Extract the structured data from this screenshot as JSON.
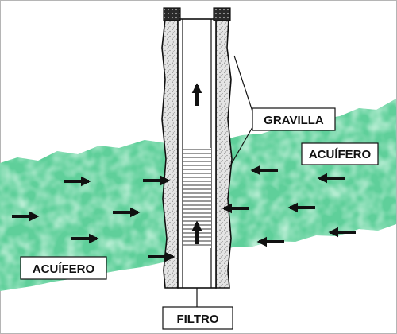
{
  "labels": {
    "gravel": "GRAVILLA",
    "aquifer_right": "ACUÍFERO",
    "aquifer_left": "ACUÍFERO",
    "filter": "FILTRO"
  },
  "colors": {
    "aquifer_fill": "#5fcf9a",
    "aquifer_light": "#a8ecc8",
    "aquifer_dark": "#36b077",
    "gravel_fill": "#e4e4e4",
    "gravel_dots": "#6a6a6a",
    "pipe_fill": "#ffffff",
    "outline": "#111111",
    "background": "#ffffff"
  },
  "icons": {
    "flow_arrow": "arrow-right-icon",
    "inflow_arrow": "arrow-left-icon",
    "upflow_arrow": "arrow-up-icon",
    "cap": "pipe-cap-icon"
  }
}
